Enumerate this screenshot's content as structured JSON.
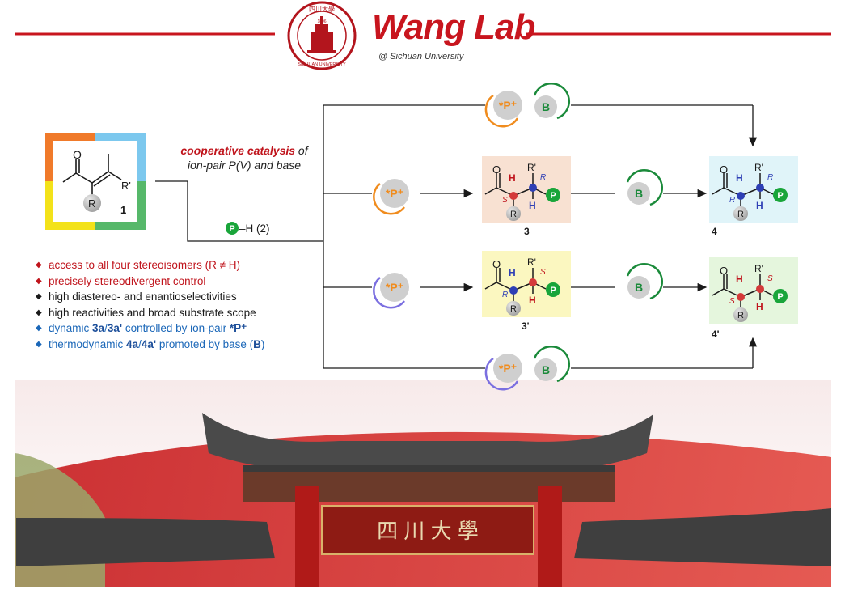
{
  "header": {
    "logo_title": "Wang Lab",
    "logo_subtitle": "@ Sichuan University",
    "seal_text": "四川大學",
    "seal_year": "1896",
    "seal_ring": "SICHUAN UNIVERSITY"
  },
  "scheme": {
    "cooperative_title": "cooperative catalysis",
    "cooperative_of": "of",
    "cooperative_line2": "ion-pair P(V) and base",
    "reagent": "–H (2)",
    "reagent_p": "P",
    "start_compound_label": "1",
    "catalyst_p": "*P⁺",
    "base": "B",
    "substituent_r": "R",
    "substituent_r_prime": "R'",
    "oxygen": "O",
    "hydrogen": "H",
    "config_r": "R",
    "config_s": "S",
    "products": {
      "p3": "3",
      "p3prime": "3'",
      "p4": "4",
      "p4prime": "4'"
    },
    "bullets": [
      {
        "text": "access to all four stereoisomers (R ≠ H)",
        "color": "#c0141c"
      },
      {
        "text": "precisely stereodivergent control",
        "color": "#c0141c"
      },
      {
        "text": "high diastereo- and enantioselectivities",
        "color": "#1a1a1a"
      },
      {
        "text": "high  reactivities and broad substrate scope",
        "color": "#1a1a1a"
      },
      {
        "pre": "dynamic ",
        "b1": "3a",
        "sep": "/",
        "b2": "3a'",
        "post": " controlled by ion-pair ",
        "b3": "*P⁺",
        "color": "#1b67b8"
      },
      {
        "pre": "thermodynamic ",
        "b1": "4a",
        "sep": "/",
        "b2": "4a'",
        "post": " promoted by base (",
        "b3": "B",
        "end": ")",
        "color": "#1b67b8"
      }
    ]
  },
  "banner": {
    "gate_plaque": "四 川 大 學"
  },
  "colors": {
    "accent_red": "#c8151e",
    "catalyst_orange": "#f08c1e",
    "catalyst_purple": "#7b6fe0",
    "base_green": "#1a8a3a",
    "phosphorus_green": "#19a53a",
    "box_3": "#f8e1d2",
    "box_3prime": "#fbf7c0",
    "box_4": "#e0f4f9",
    "box_4prime": "#e5f6dd"
  }
}
